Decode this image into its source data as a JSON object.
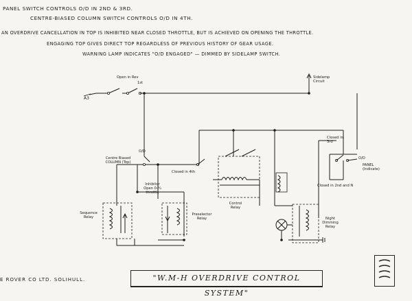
{
  "header": {
    "line1a": "Panel Switch Controls O/D in 2nd & 3rd.",
    "line1b": "Centre-Biased Column Switch Controls O/D in 4th.",
    "line2": "An Overdrive Cancellation in Top is Inhibited Near Closed Throttle, But is Achieved on Opening the Throttle.",
    "line3": "Engaging Top Gives Direct Top Regardless of Previous History of Gear Usage.",
    "line4": "Warning Lamp Indicates \"O/D Engaged\" — Dimmed by Sidelamp Switch."
  },
  "labels": {
    "a3": "A3",
    "open_in_rev": "Open in Rev",
    "first": "1st",
    "sidelamp_circuit": "Sidelamp Circuit",
    "od_left": "O/D",
    "centre_biased_column": "Centre Biased COLUMN (Top)",
    "closed_in_4th": "Closed in 4th",
    "closed_in_3rd": "Closed in 3rd",
    "od_right": "O/D",
    "panel": "PANEL (Indicate)",
    "closed_in_2nd_and_n": "Closed in 2nd and N",
    "inhibitor": "Inhibitor Open 0-¼ throttle",
    "sequence_relay": "Sequence Relay",
    "preselector_relay": "Preselector Relay",
    "control_relay": "Control Relay",
    "night_dimming_relay": "Night Dimming Relay"
  },
  "footer": {
    "maker": "e Rover Co Ltd. Solihull.",
    "title": "\"W.M-H Overdrive Control System\""
  }
}
